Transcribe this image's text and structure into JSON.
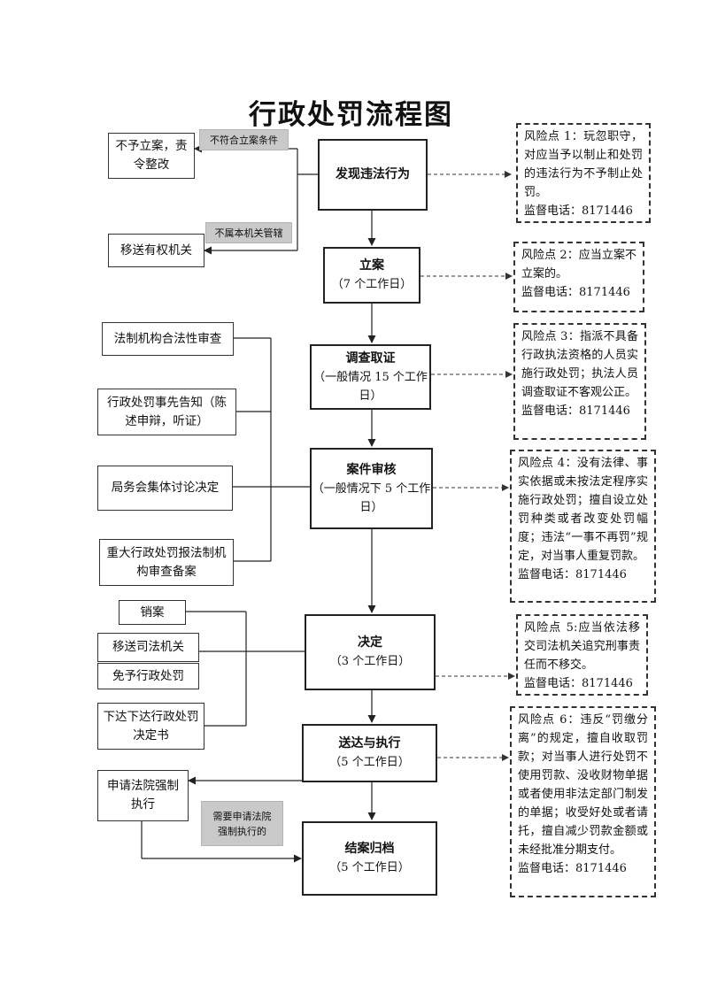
{
  "title": "行政处罚流程图",
  "main_steps": [
    {
      "label": "发现违法行为",
      "note": ""
    },
    {
      "label": "立案",
      "note": "（7 个工作日）"
    },
    {
      "label": "调查取证",
      "note": "（一般情况 15 个工作日）"
    },
    {
      "label": "案件审核",
      "note": "（一般情况下 5 个工作日）"
    },
    {
      "label": "决定",
      "note": "（3 个工作日）"
    },
    {
      "label": "送达与执行",
      "note": "（5 个工作日）"
    },
    {
      "label": "结案归档",
      "note": "（5 个工作日）"
    }
  ],
  "left_boxes": {
    "no_case": "不予立案，责令整改",
    "transfer_authority": "移送有权机关",
    "legal_review": "法制机构合法性审查",
    "prior_notice": "行政处罚事先告知（陈述申辩，听证）",
    "collective_discussion": "局务会集体讨论决定",
    "major_filing": "重大行政处罚报法制机构审查备案",
    "cancel_case": "销案",
    "transfer_judicial": "移送司法机关",
    "exempt": "免予行政处罚",
    "issue_decision": "下达下达行政处罚决定书",
    "court_enforce": "申请法院强制执行"
  },
  "gray_labels": {
    "not_qualified": "不符合立案条件",
    "not_jurisdiction": "不属本机关管辖",
    "need_court": "需要申请法院强制执行的"
  },
  "risks": [
    {
      "text": "风险点 1：玩忽职守，对应当予以制止和处罚的违法行为不予制止处罚。",
      "phone": "监督电话：8171446"
    },
    {
      "text": "风险点 2：应当立案不立案的。",
      "phone": "监督电话：8171446"
    },
    {
      "text": "风险点 3：指派不具备行政执法资格的人员实施行政处罚；执法人员调查取证不客观公正。",
      "phone": "监督电话：8171446"
    },
    {
      "text": "风险点 4：没有法律、事实依据或未按法定程序实施行政处罚；擅自设立处罚种类或者改变处罚幅度；违法“一事不再罚”规定，对当事人重复罚款。",
      "phone": "监督电话：8171446"
    },
    {
      "text": "风险点 5:应当依法移交司法机关追究刑事责任而不移交。",
      "phone": "监督电话：8171446"
    },
    {
      "text": "风险点 6：违反“罚缴分离”的规定，擅自收取罚款；对当事人进行处罚不使用罚款、没收财物单据或者使用非法定部门制发的单据；收受好处或者请托，擅自减少罚款金额或未经批准分期支付。",
      "phone": "监督电话：8171446"
    }
  ]
}
